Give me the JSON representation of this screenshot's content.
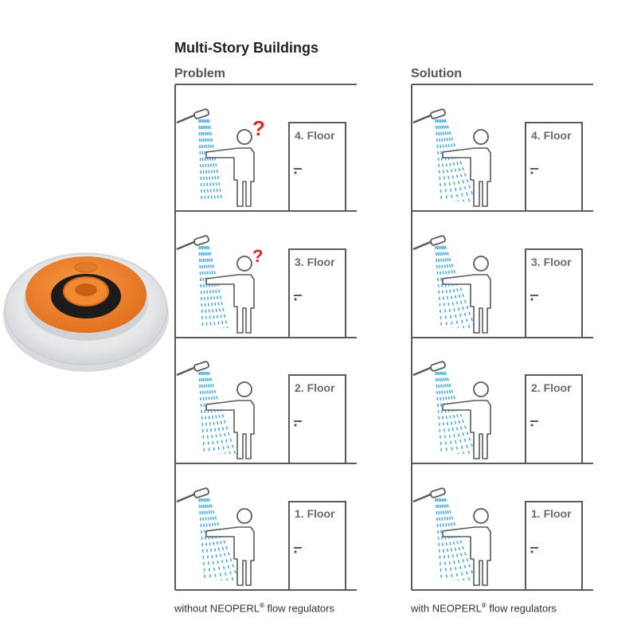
{
  "title": "Multi-Story Buildings",
  "columns": [
    {
      "heading": "Problem",
      "caption_pre": "without NEOPERL",
      "caption_reg": "®",
      "caption_post": " flow regulators",
      "floors": [
        "4. Floor",
        "3. Floor",
        "2. Floor",
        "1. Floor"
      ],
      "question_marks": [
        "?",
        "?",
        "",
        ""
      ]
    },
    {
      "heading": "Solution",
      "caption_pre": "with NEOPERL",
      "caption_reg": "®",
      "caption_post": " flow regulators",
      "floors": [
        "4. Floor",
        "3. Floor",
        "2. Floor",
        "1. Floor"
      ],
      "question_marks": [
        "",
        "",
        "",
        ""
      ]
    }
  ],
  "colors": {
    "wall": "#5a5a5a",
    "water": "#4aaee0",
    "question": "#e02525",
    "regulator_orange": "#f07e2a",
    "regulator_ring": "#e6e8ea"
  },
  "water_flow_levels": {
    "problem": [
      0.25,
      0.5,
      0.85,
      1.0
    ],
    "solution": [
      1.0,
      1.0,
      1.0,
      1.0
    ]
  }
}
